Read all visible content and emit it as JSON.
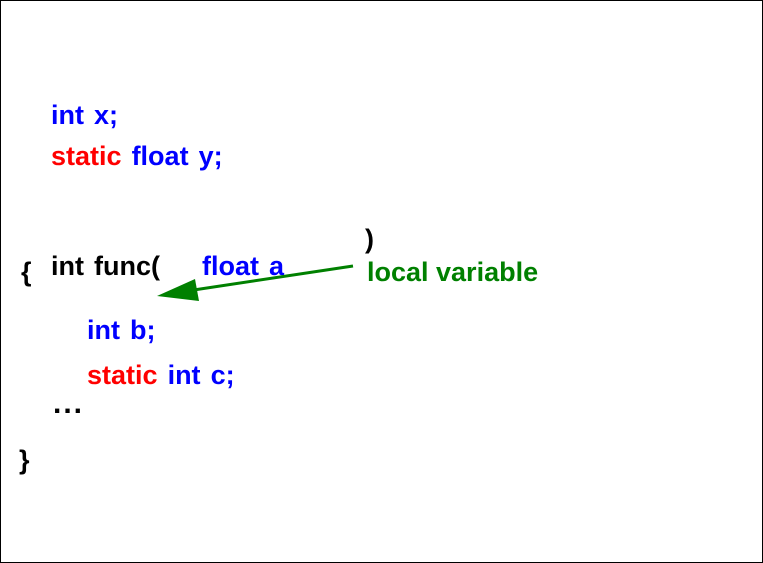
{
  "colors": {
    "type_keyword": "#0000ff",
    "static_keyword": "#ff0000",
    "default_text": "#000000",
    "annotation": "#008000"
  },
  "code": {
    "line1": {
      "type": "int",
      "name": "x;"
    },
    "line2": {
      "storage": "static",
      "type": "float",
      "name": "y;"
    },
    "line3": {
      "ret_type": "int",
      "func": "func(",
      "param_type": "float",
      "param_name": "a",
      "close": ")"
    },
    "line4": {
      "brace_open": "{"
    },
    "line5": {
      "type": "int",
      "name": "b;"
    },
    "line6": {
      "storage": "static",
      "type": "int",
      "name": "c;"
    },
    "line7": {
      "ellipsis": "..."
    },
    "line8": {
      "brace_close": "}"
    }
  },
  "annotation": {
    "label": "local variable"
  }
}
